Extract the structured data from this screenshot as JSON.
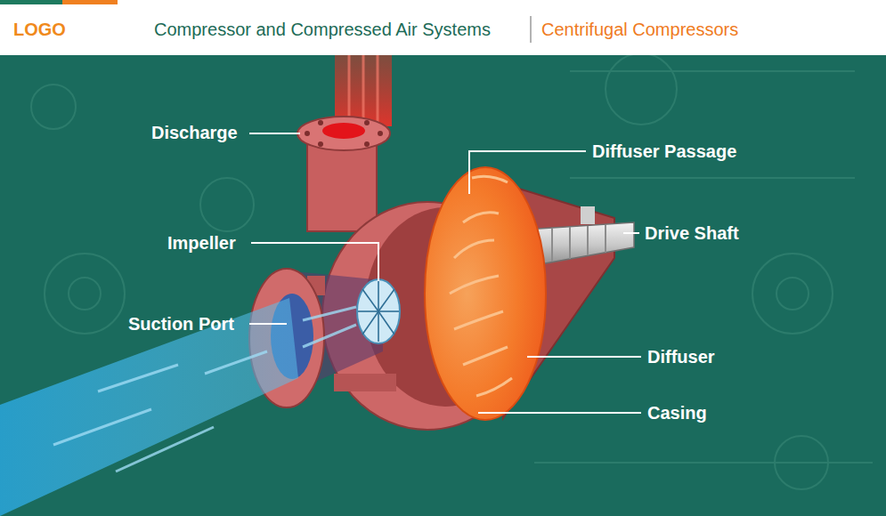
{
  "diagram": {
    "title": "Compressor and Compressed Air Systems",
    "labels": [
      "LOGO",
      "Centrifugal Compressors",
      "Discharge",
      "Diffuser Passage",
      "Impeller",
      "Drive Shaft",
      "Suction Port",
      "Diffuser",
      "Casing"
    ]
  }
}
